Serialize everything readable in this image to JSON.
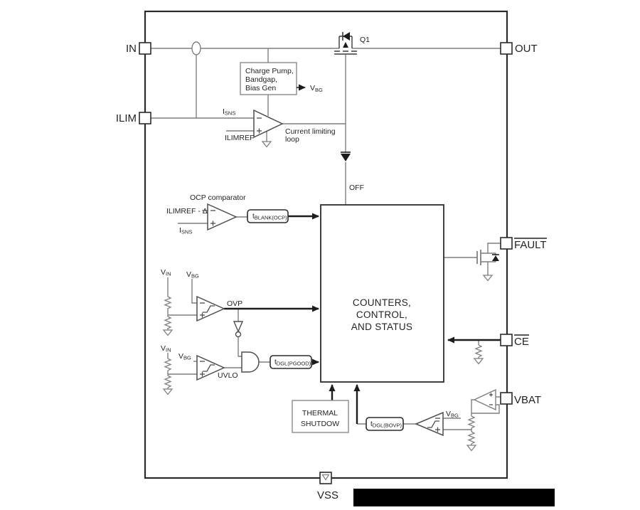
{
  "pins": {
    "in": "IN",
    "ilim": "ILIM",
    "out": "OUT",
    "fault": "FAULT",
    "ce": "CE",
    "vbat": "VBAT",
    "vss": "VSS"
  },
  "blocks": {
    "charge_pump": {
      "line1": "Charge Pump,",
      "line2": "Bandgap,",
      "line3": "Bias Gen"
    },
    "counters": {
      "line1": "COUNTERS,",
      "line2": "CONTROL,",
      "line3": "AND STATUS"
    },
    "thermal": {
      "line1": "THERMAL",
      "line2": "SHUTDOW"
    },
    "t_blank_ocp": {
      "base": "t",
      "sub": "BLANK(OCP)"
    },
    "t_dgl_pgood": {
      "base": "t",
      "sub": "DGL(PGOOD)"
    },
    "t_dgl_bovp": {
      "base": "t",
      "sub": "DGL(BOVP)"
    }
  },
  "labels": {
    "q1": "Q1",
    "off": "OFF",
    "ocp_comparator": "OCP comparator",
    "current_limiting_1": "Current limiting",
    "current_limiting_2": "loop",
    "ovp": "OVP",
    "uvlo": "UVLO",
    "ilimref": "ILIMREF",
    "ilimref_delta": "ILIMREF - Δ",
    "isns": {
      "base": "I",
      "sub": "SNS"
    },
    "vin": {
      "base": "V",
      "sub": "IN"
    },
    "vbg": {
      "base": "V",
      "sub": "BG"
    }
  },
  "colors": {
    "wire": "#7f7f7f",
    "dark": "#2b2b2b",
    "text": "#231f20",
    "redaction": "#000000"
  }
}
